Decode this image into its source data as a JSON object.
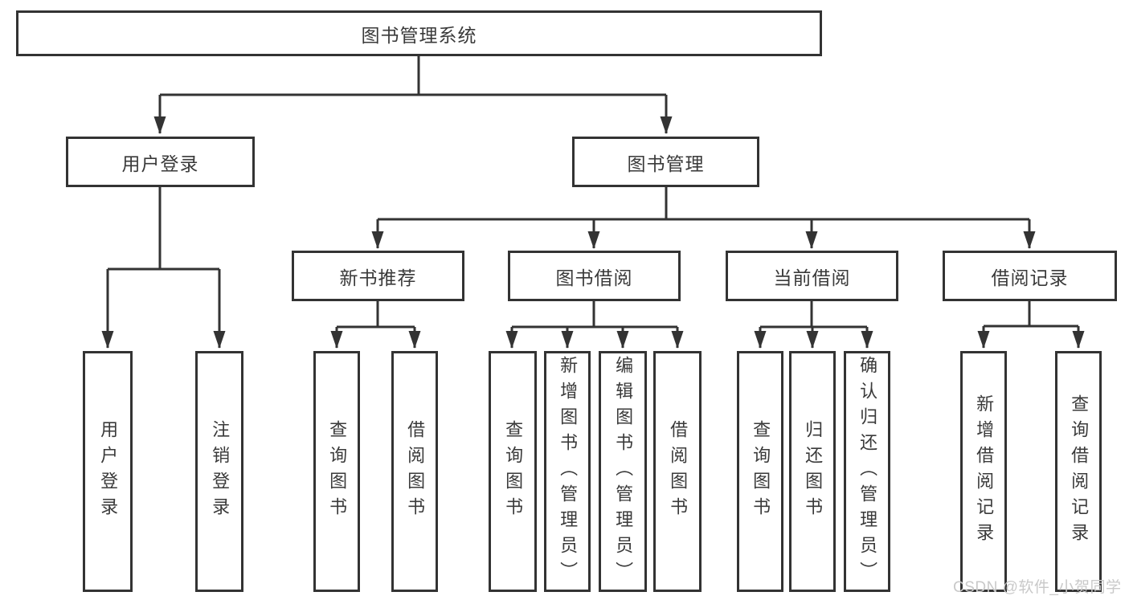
{
  "diagram": {
    "root": {
      "label": "图书管理系统"
    },
    "level2": [
      {
        "label": "用户登录"
      },
      {
        "label": "图书管理"
      }
    ],
    "level3": [
      {
        "label": "新书推荐"
      },
      {
        "label": "图书借阅"
      },
      {
        "label": "当前借阅"
      },
      {
        "label": "借阅记录"
      }
    ],
    "leaves": [
      {
        "label": "用户登录",
        "parent": "用户登录"
      },
      {
        "label": "注销登录",
        "parent": "用户登录"
      },
      {
        "label": "查询图书",
        "parent": "新书推荐"
      },
      {
        "label": "借阅图书",
        "parent": "新书推荐"
      },
      {
        "label": "查询图书",
        "parent": "图书借阅"
      },
      {
        "label": "新增图书（管理员）",
        "parent": "图书借阅"
      },
      {
        "label": "编辑图书（管理员）",
        "parent": "图书借阅"
      },
      {
        "label": "借阅图书",
        "parent": "图书借阅"
      },
      {
        "label": "查询图书",
        "parent": "当前借阅"
      },
      {
        "label": "归还图书",
        "parent": "当前借阅"
      },
      {
        "label": "确认归还（管理员）",
        "parent": "当前借阅"
      },
      {
        "label": "新增借阅记录",
        "parent": "借阅记录"
      },
      {
        "label": "查询借阅记录",
        "parent": "借阅记录"
      }
    ]
  },
  "watermark": "CSDN @软件_小贺同学",
  "colors": {
    "line": "#333333",
    "text": "#3a3a3a",
    "watermark": "#c9c9c9",
    "background": "#ffffff"
  }
}
